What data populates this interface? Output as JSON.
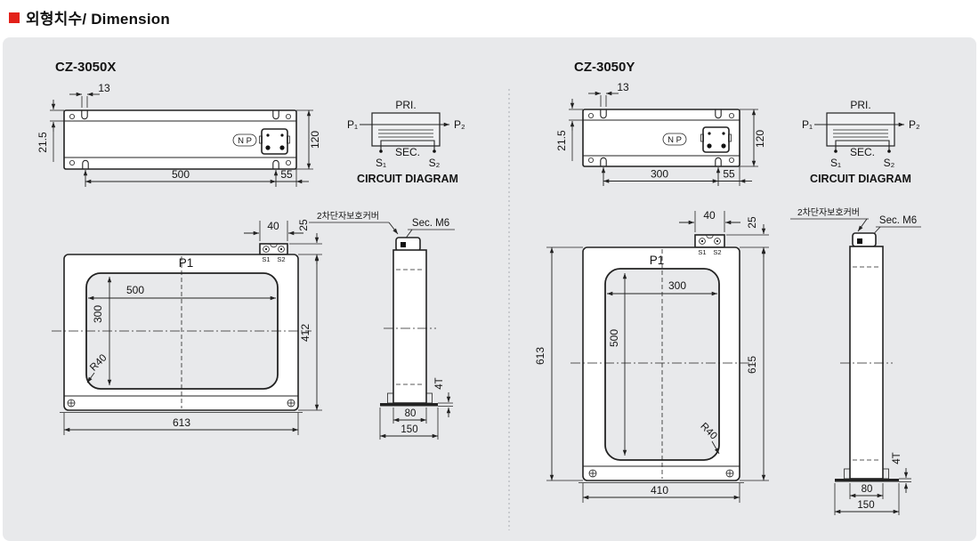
{
  "header": {
    "title": "외형치수/ Dimension"
  },
  "figures": {
    "left": {
      "model": "CZ-3050X",
      "top": {
        "d13": "13",
        "d21_5": "21.5",
        "d120": "120",
        "span": "500",
        "d55": "55",
        "np": "N P"
      },
      "circuit": {
        "pri": "PRI.",
        "p1": "P₁",
        "p2": "P₂",
        "sec": "SEC.",
        "s1": "S₁",
        "s2": "S₂",
        "caption": "CIRCUIT DIAGRAM"
      },
      "front": {
        "p1": "P1",
        "window_w": "500",
        "window_h": "300",
        "radius": "R40",
        "d40": "40",
        "d25": "25",
        "overall_h": "412",
        "overall_w": "613",
        "s1": "S1",
        "s2": "S2"
      },
      "side": {
        "cover": "2차단자보호커버",
        "sec_m6": "Sec. M6",
        "thickness": "4T",
        "d80": "80",
        "d150": "150"
      }
    },
    "right": {
      "model": "CZ-3050Y",
      "top": {
        "d13": "13",
        "d21_5": "21.5",
        "d120": "120",
        "span": "300",
        "d55": "55",
        "np": "N P"
      },
      "circuit": {
        "pri": "PRI.",
        "p1": "P₁",
        "p2": "P₂",
        "sec": "SEC.",
        "s1": "S₁",
        "s2": "S₂",
        "caption": "CIRCUIT DIAGRAM"
      },
      "front": {
        "p1": "P1",
        "window_w": "300",
        "window_h": "500",
        "radius": "R40",
        "d40": "40",
        "d25": "25",
        "overall_l": "613",
        "overall_r": "615",
        "overall_w": "410",
        "s1": "S1",
        "s2": "S2"
      },
      "side": {
        "cover": "2차단자보호커버",
        "sec_m6": "Sec. M6",
        "thickness": "4T",
        "d80": "80",
        "d150": "150"
      }
    }
  }
}
